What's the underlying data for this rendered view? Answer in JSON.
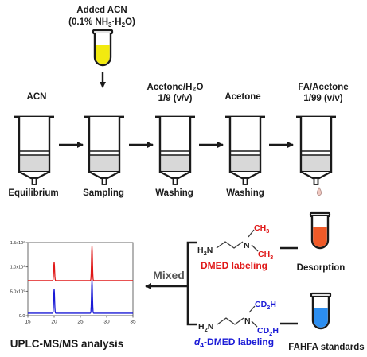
{
  "reagent": {
    "line1": "Added ACN",
    "line2_prefix": "(0.1% NH",
    "line2_sub1": "3",
    "line2_mid": "·H",
    "line2_sub2": "2",
    "line2_suffix": "O)"
  },
  "cartridges": [
    {
      "top": [
        "ACN"
      ],
      "bottom": "Equilibrium"
    },
    {
      "top": [],
      "bottom": "Sampling"
    },
    {
      "top": [
        "Acetone/H₂O",
        "1/9 (v/v)"
      ],
      "bottom": "Washing"
    },
    {
      "top": [
        "Acetone"
      ],
      "bottom": "Washing"
    },
    {
      "top": [
        "FA/Acetone",
        "1/99 (v/v)"
      ],
      "bottom": ""
    }
  ],
  "labels": {
    "mixed": "Mixed",
    "desorption": "Desorption",
    "fahfa_standards": "FAHFA standards",
    "uplc": "UPLC-MS/MS analysis",
    "dmed": "DMED labeling",
    "d4_d": "d",
    "d4_sub": "4",
    "d4_rest": "-DMED labeling"
  },
  "molecule_top": {
    "h2n_h": "H",
    "h2n_sub": "2",
    "h2n_n": "N",
    "n": "N",
    "ch3_c": "CH",
    "ch3_sub": "3"
  },
  "molecule_bottom": {
    "h2n_h": "H",
    "h2n_sub": "2",
    "h2n_n": "N",
    "n": "N",
    "cd2h_c": "CD",
    "cd2h_sub": "2",
    "cd2h_h": "H"
  },
  "colors": {
    "red": "#e01818",
    "blue": "#1a1ad6",
    "yellow": "#f2ea10",
    "orange": "#f05a28",
    "light_blue": "#2c8ef0",
    "drop": "#f0c8c0",
    "cartridge_fill": "#d8d8d8"
  },
  "chart_data": {
    "type": "line",
    "title": "",
    "xlabel": "",
    "ylabel": "",
    "xlim": [
      15,
      35
    ],
    "ylim": [
      0,
      15
    ],
    "x_ticks": [
      "15",
      "20",
      "25",
      "30",
      "35"
    ],
    "y_ticks": [
      {
        "value": 0,
        "label": "0.0"
      },
      {
        "value": 5,
        "label": "5.0x10⁵"
      },
      {
        "value": 10,
        "label": "1.0x10⁶"
      },
      {
        "value": 15,
        "label": "1.5x10⁶"
      }
    ],
    "series": [
      {
        "color": "#e01818",
        "baseline": 7.2,
        "peaks": [
          {
            "x": 20.0,
            "height": 3.8
          },
          {
            "x": 27.2,
            "height": 7.0
          }
        ]
      },
      {
        "color": "#1a1ad6",
        "baseline": 0.5,
        "peaks": [
          {
            "x": 20.0,
            "height": 5.0
          },
          {
            "x": 27.2,
            "height": 6.8
          }
        ]
      }
    ]
  }
}
